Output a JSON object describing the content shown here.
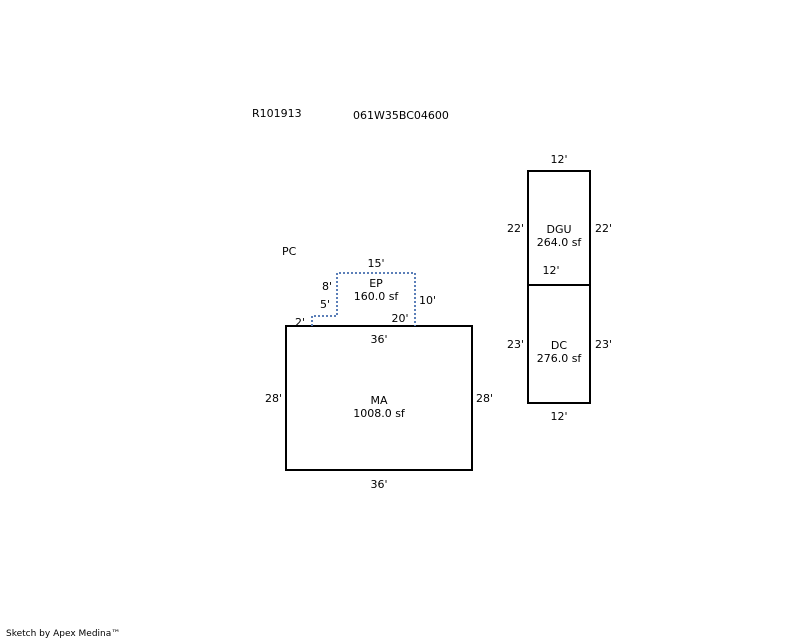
{
  "header": {
    "parcel_id": "R101913",
    "map_number": "061W35BC04600"
  },
  "labels": {
    "pc": "PC"
  },
  "areas": {
    "ma": {
      "name": "MA",
      "size": "1008.0 sf"
    },
    "ep": {
      "name": "EP",
      "size": "160.0 sf"
    },
    "dgu": {
      "name": "DGU",
      "size": "264.0 sf"
    },
    "dc": {
      "name": "DC",
      "size": "276.0 sf"
    }
  },
  "dimensions": {
    "ma_top": "36'",
    "ma_bottom": "36'",
    "ma_left": "28'",
    "ma_right": "28'",
    "ep_top": "15'",
    "ep_right": "10'",
    "ep_bottom": "20'",
    "ep_left_upper": "8'",
    "ep_left_lower": "5'",
    "ep_step": "2'",
    "dgu_top": "12'",
    "dgu_left": "22'",
    "dgu_right": "22'",
    "dgu_bottom": "12'",
    "dc_left": "23'",
    "dc_right": "23'",
    "dc_bottom": "12'"
  },
  "colors": {
    "outline": "#000000",
    "porch_dotted": "#5b7fb8"
  },
  "footer": {
    "credit": "Sketch by Apex Medina™"
  }
}
